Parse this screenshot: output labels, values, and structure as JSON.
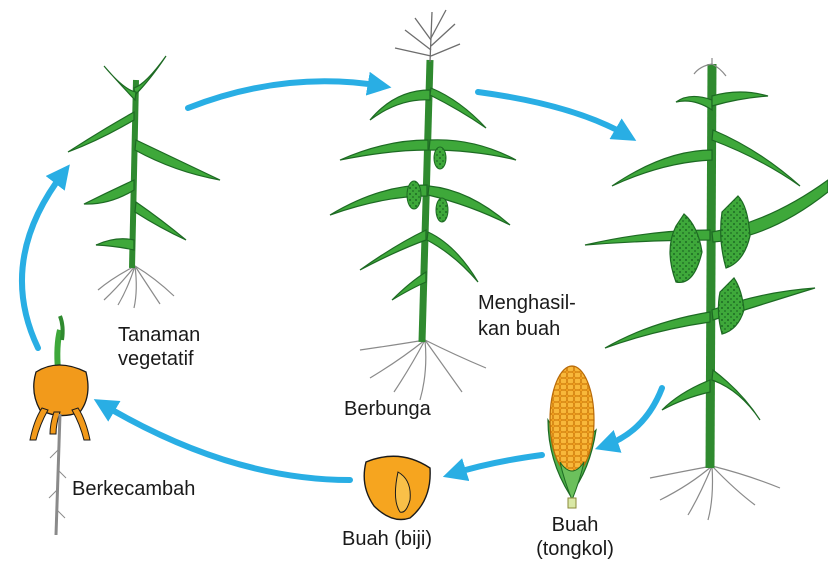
{
  "colors": {
    "arrow": "#29aee4",
    "leaf": "#3ea83a",
    "leaf_dark": "#1d6a23",
    "kernel": "#f29a1b",
    "root": "#8a8a8a"
  },
  "stages": {
    "vegetative": {
      "line1": "Tanaman",
      "line2": "vegetatif"
    },
    "flowering": {
      "label": "Berbunga"
    },
    "fruiting": {
      "line1": "Menghasil-",
      "line2": "kan buah"
    },
    "cob": {
      "line1": "Buah",
      "line2": "(tongkol)"
    },
    "seed": {
      "label": "Buah (biji)"
    },
    "germination": {
      "label": "Berkecambah"
    }
  }
}
